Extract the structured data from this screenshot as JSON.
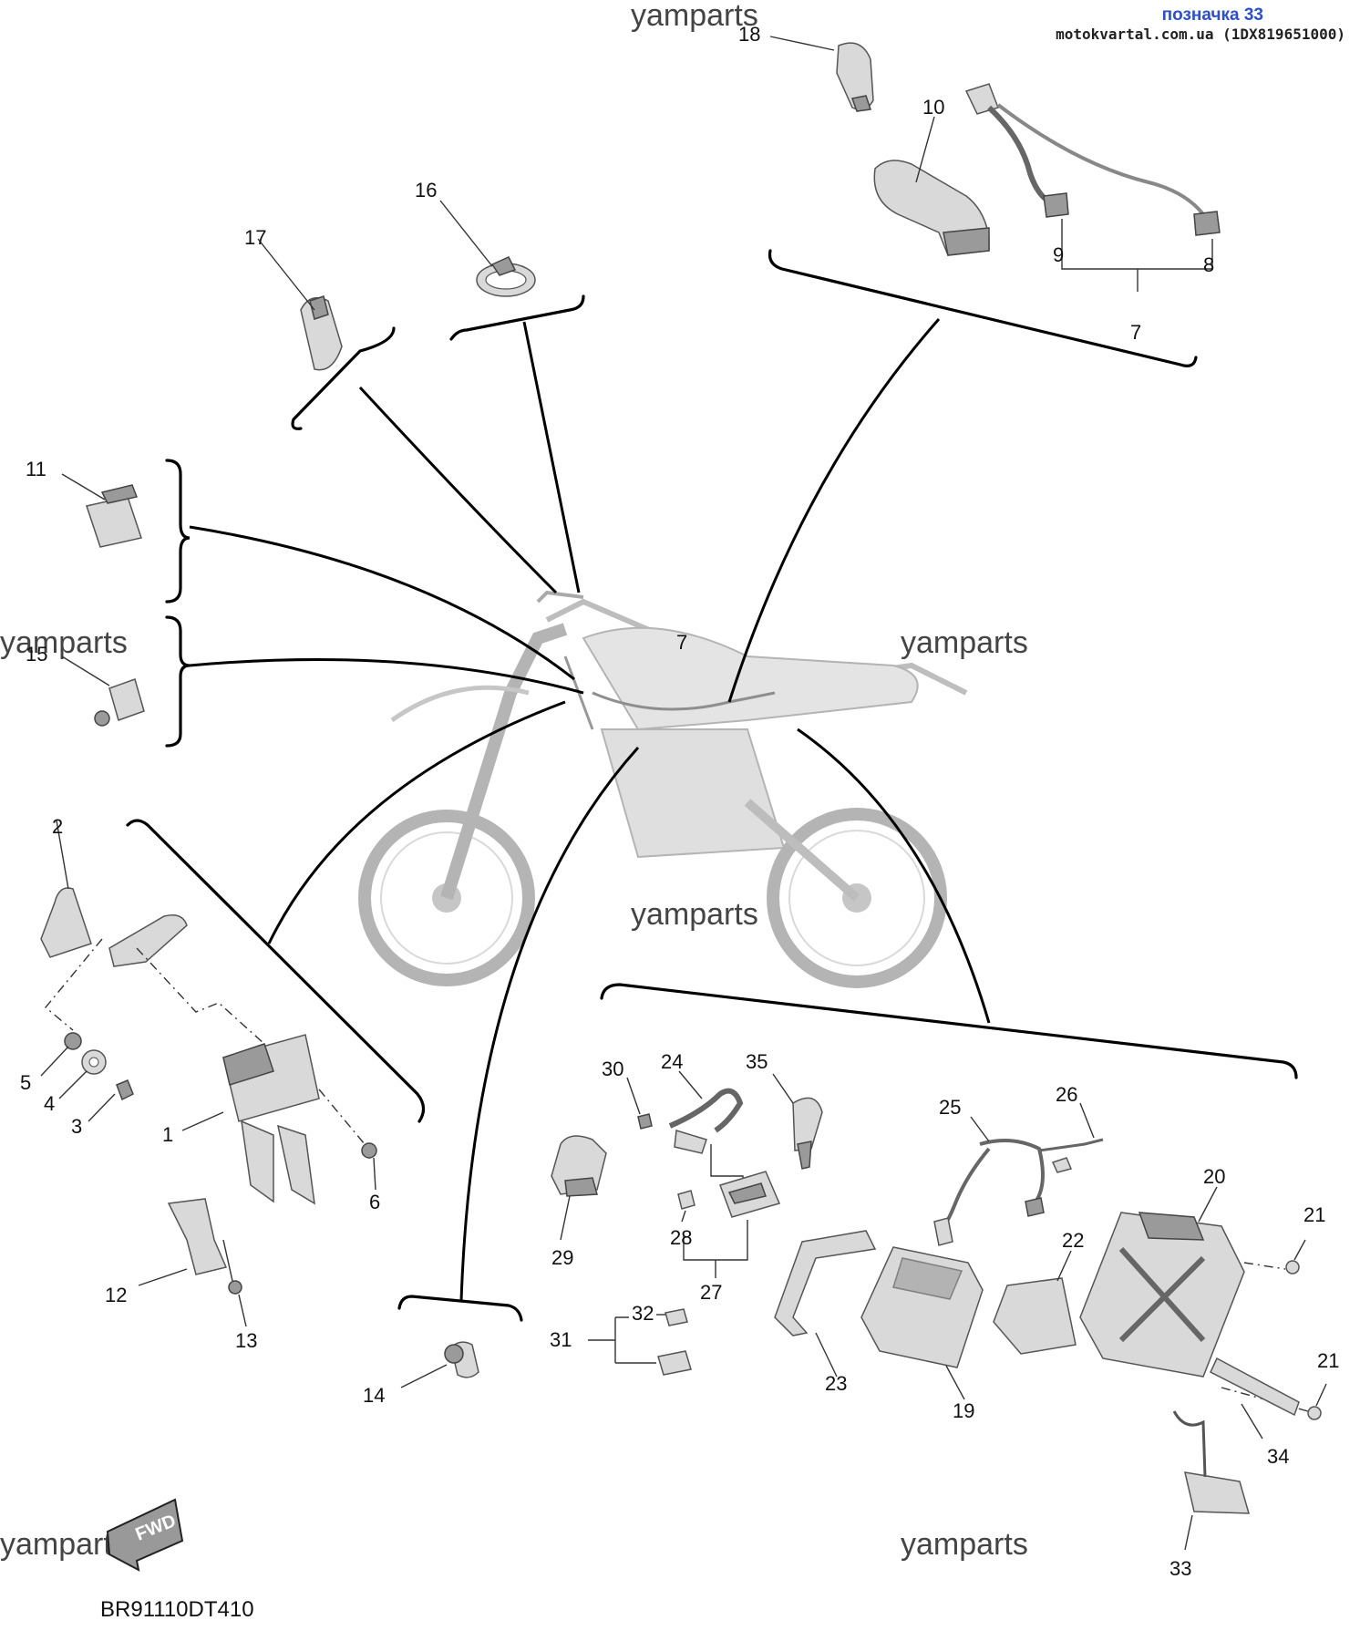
{
  "header": {
    "tag": "позначка 33",
    "site": "motokvartal.com.ua (1DX819651000)"
  },
  "watermarks": [
    "yamparts",
    "yamparts",
    "yamparts",
    "yamparts",
    "yamparts",
    "yamparts"
  ],
  "fwd_label": "FWD",
  "diagram_code": "BR91110DT410",
  "callouts": {
    "c1": "1",
    "c2": "2",
    "c3": "3",
    "c4": "4",
    "c5": "5",
    "c6": "6",
    "c7a": "7",
    "c7b": "7",
    "c8": "8",
    "c9": "9",
    "c10": "10",
    "c11": "11",
    "c12": "12",
    "c13": "13",
    "c14": "14",
    "c15": "15",
    "c16": "16",
    "c17": "17",
    "c18": "18",
    "c19": "19",
    "c20": "20",
    "c21a": "21",
    "c21b": "21",
    "c22": "22",
    "c23": "23",
    "c24": "24",
    "c25": "25",
    "c26": "26",
    "c27": "27",
    "c28": "28",
    "c29": "29",
    "c30": "30",
    "c31": "31",
    "c32": "32",
    "c33": "33",
    "c34": "34",
    "c35": "35"
  }
}
